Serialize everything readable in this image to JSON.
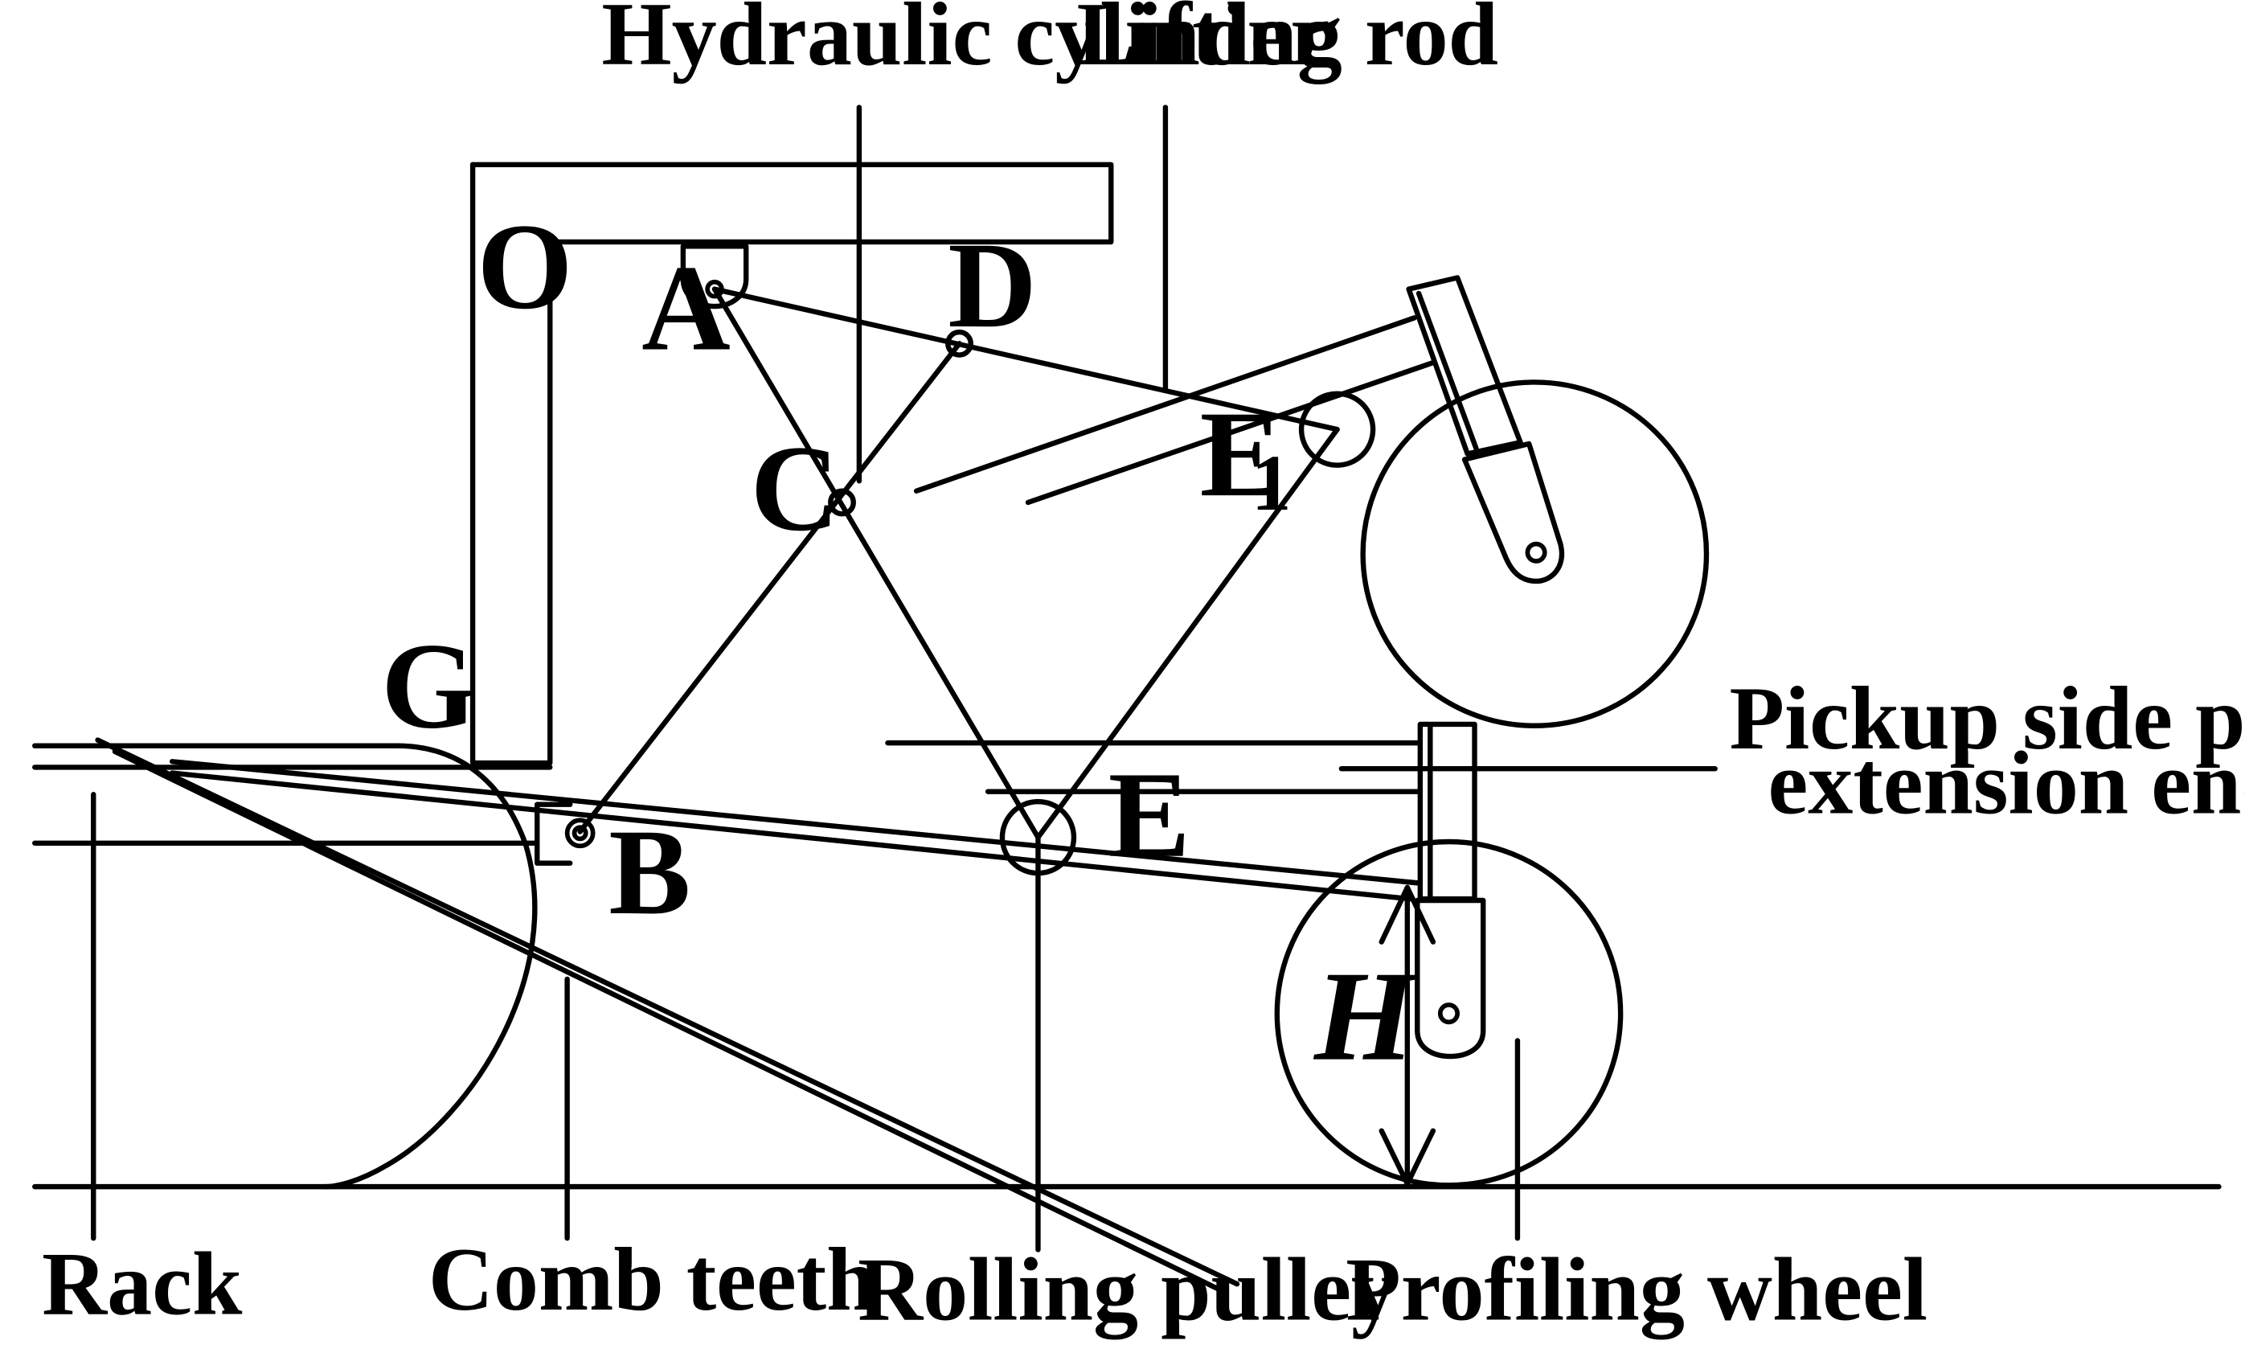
{
  "labels": {
    "hydraulic_cylinder": "Hydraulic cylinder",
    "lifting_rod": "Lifting rod",
    "pickup_side_plate_line1": "Pickup side plate",
    "pickup_side_plate_line2": "extension end",
    "rack": "Rack",
    "comb_teeth": "Comb teeth",
    "rolling_pulley": "Rolling pulley",
    "profiling_wheel": "Profiling wheel"
  },
  "points": {
    "O": "O",
    "A": "A",
    "D": "D",
    "C": "C",
    "E1": "E",
    "E1_sub": "1",
    "G": "G",
    "B": "B",
    "E": "E",
    "H": "H"
  }
}
